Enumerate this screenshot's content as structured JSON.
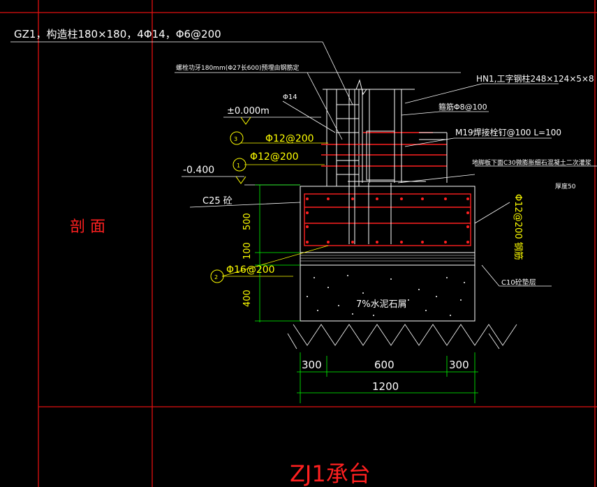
{
  "title": "ZJ1承台",
  "section_label": "剖 面",
  "labels": {
    "gz1": "GZ1，构造柱180×180，4Φ14，Φ6@200",
    "bolt": "螺栓功牙180mm(Φ27长600)预埋由钢筋定",
    "hn1": "HN1,工字钢柱248×124×5×8",
    "phi14": "Φ14",
    "stirrup": "箍筋Φ8@100",
    "elev0": "±0.000m",
    "m19": "M19焊接栓钉@100 L=100",
    "bar3": "Φ12@200",
    "bar1": "Φ12@200",
    "c30": "地脚板下面C30微膨胀细石混凝土二次灌浆",
    "thick": "厚度50",
    "elev_neg": "-0.400",
    "c25": "C25 砼",
    "right_bar": "Φ12@200 钢筋",
    "bar2": "Φ16@200",
    "c10": "C10砼垫层",
    "fill": "7%水泥石屑"
  },
  "callouts": {
    "n3": "3",
    "n1": "1",
    "n2": "2"
  },
  "vdims": {
    "d500": "500",
    "d100": "100",
    "d400": "400"
  },
  "hdims": {
    "d300a": "300",
    "d600": "600",
    "d300b": "300",
    "d1200": "1200"
  }
}
